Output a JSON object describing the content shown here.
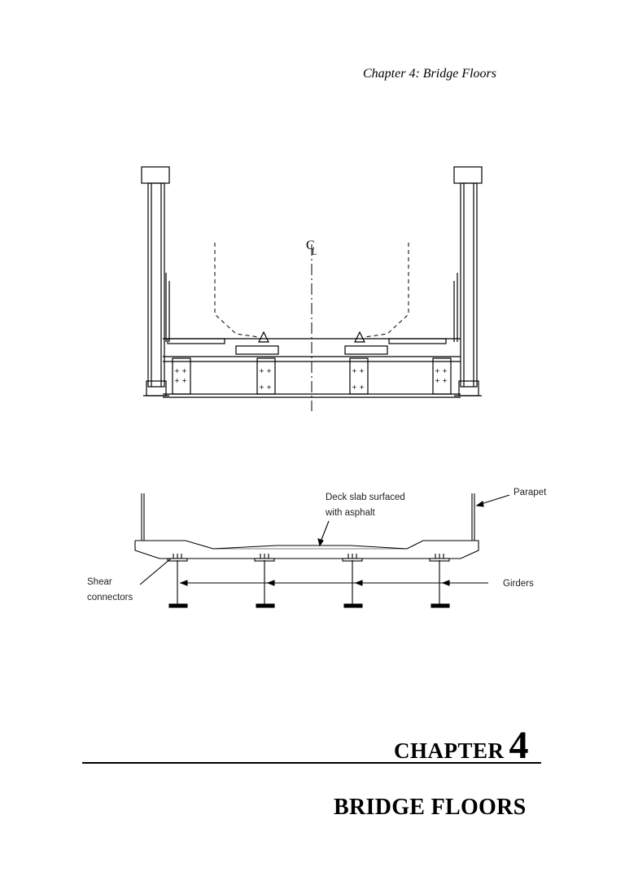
{
  "running_header": "Chapter 4: Bridge Floors",
  "figure_top": {
    "centerline_symbol": "C",
    "centerline_subscript": "L"
  },
  "figure_bottom": {
    "labels": {
      "deck_slab_line1": "Deck slab surfaced",
      "deck_slab_line2": "with asphalt",
      "parapet": "Parapet",
      "shear_line1": "Shear",
      "shear_line2": "connectors",
      "girders": "Girders"
    }
  },
  "chapter": {
    "word": "CHAPTER",
    "number": "4",
    "title": "BRIDGE FLOORS"
  }
}
